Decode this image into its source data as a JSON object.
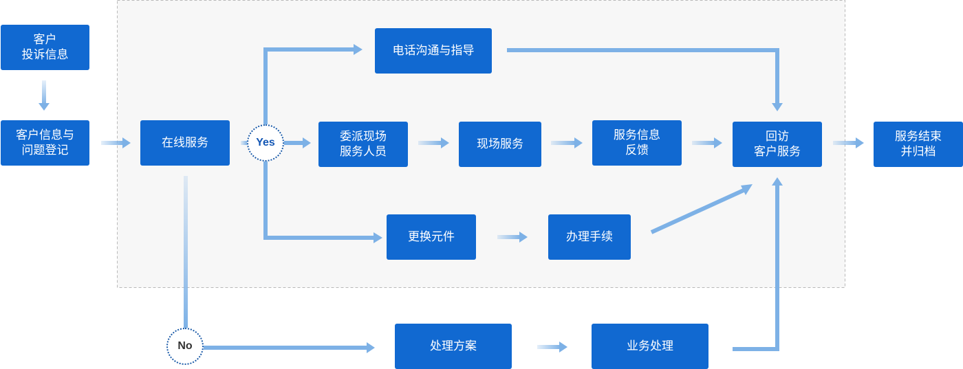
{
  "colors": {
    "node_fill": "#1169d1",
    "node_text": "#ffffff",
    "connector": "#7db1e6",
    "region_fill": "#f7f7f7",
    "region_border": "#b8b8b8"
  },
  "nodes": {
    "complaint_info": [
      "客户",
      "投诉信息"
    ],
    "info_register": [
      "客户信息与",
      "问题登记"
    ],
    "online_service": [
      "在线服务"
    ],
    "phone_guidance": [
      "电话沟通与指导"
    ],
    "dispatch_staff": [
      "委派现场",
      "服务人员"
    ],
    "onsite_service": [
      "现场服务"
    ],
    "feedback": [
      "服务信息",
      "反馈"
    ],
    "callback": [
      "回访",
      "客户服务"
    ],
    "close_archive": [
      "服务结束",
      "并归档"
    ],
    "replace_parts": [
      "更换元件"
    ],
    "procedures": [
      "办理手续"
    ],
    "solution_plan": [
      "处理方案"
    ],
    "business_processing": [
      "业务处理"
    ]
  },
  "decisions": {
    "yes": "Yes",
    "no": "No"
  }
}
